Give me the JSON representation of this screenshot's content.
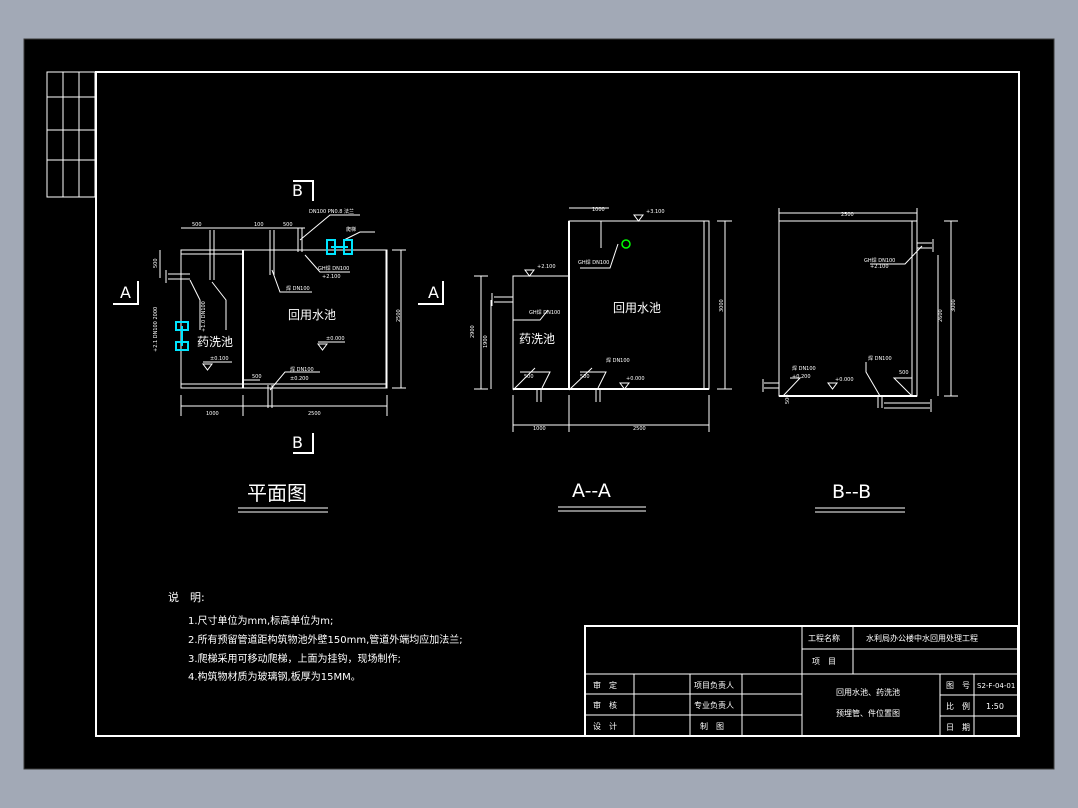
{
  "colors": {
    "background": "#a2a9b6",
    "sheet": "#000000",
    "line": "#ffffff",
    "highlight": "#00e5ff",
    "marker": "#00ff00"
  },
  "views": {
    "plan": {
      "title": "平面图",
      "section_b_label": "B",
      "section_a_label": "A",
      "pool_main_label": "回用水池",
      "pool_small_label": "药洗池",
      "dim_500a": "500",
      "dim_500b": "500",
      "dim_100": "100",
      "dim_1000": "1000",
      "dim_2500": "2500",
      "dim_2500v": "2500",
      "elev_main": "±0.000",
      "elev_small": "±0.100",
      "elev_bottom": "±0.200",
      "pipe_top": "DN100 PN0.8 法兰",
      "pipe_label_1": "GH焊 DN100",
      "pipe_elev_1": "+2.100",
      "pipe_label_2": "焊 DN100",
      "pipe_label_3": "焊 DN100",
      "pipe_vert_1": "+2.1 DN100 2000",
      "pipe_vert_2": "+1.0 DN100",
      "pipe_ladder": "爬梯"
    },
    "aa": {
      "title": "A--A",
      "pool_main_label": "回用水池",
      "pool_small_label": "药洗池",
      "dim_1000": "1000",
      "dim_2500": "2500",
      "dim_100": "1000",
      "dim_500": "500",
      "dim_3000": "3000",
      "dim_2900": "2900",
      "dim_1900": "1900",
      "elev_top": "+3.100",
      "elev_left": "+2.100",
      "elev_main": "+0.000",
      "pipe_label_1": "GH焊 DN100",
      "pipe_label_2": "GH焊 DN100",
      "pipe_label_3": "焊 DN100"
    },
    "bb": {
      "title": "B--B",
      "dim_2500": "2500",
      "dim_3000": "3000",
      "dim_2600": "2600",
      "dim_500": "500",
      "elev_top": "+2.100",
      "elev_main": "+0.000",
      "elev_bottom": "+0.200",
      "pipe_label_1": "GH焊 DN100",
      "pipe_label_2": "焊 DN100",
      "pipe_label_3": "焊 DN100"
    }
  },
  "notes": {
    "heading": "说　明:",
    "items": [
      "1.尺寸单位为mm,标高单位为m;",
      "2.所有预留管道距构筑物池外壁150mm,管道外端均应加法兰;",
      "3.爬梯采用可移动爬梯，上面为挂钩，现场制作;",
      "4.构筑物材质为玻璃钢,板厚为15MM。"
    ]
  },
  "title_block": {
    "project_name_label": "工程名称",
    "project_name": "水利局办公楼中水回用处理工程",
    "item_label": "项　目",
    "approve": "审　定",
    "check": "审　核",
    "design": "设　计",
    "project_lead": "项目负责人",
    "discipline_lead": "专业负责人",
    "drawing": "制　图",
    "drawing_title_1": "回用水池、药洗池",
    "drawing_title_2": "预埋管、件位置图",
    "drawing_no_label": "图　号",
    "drawing_no": "S2-F-04-01",
    "scale_label": "比　例",
    "scale": "1:50",
    "date_label": "日　期"
  }
}
